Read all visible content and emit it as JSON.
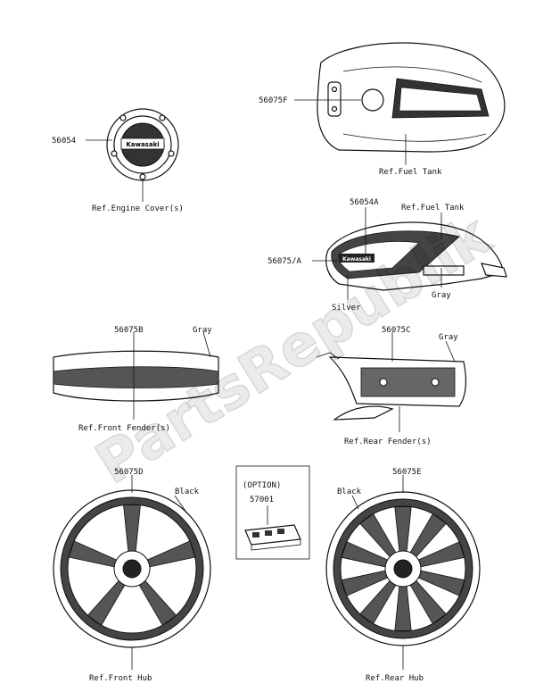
{
  "watermark": "PartsRepublik",
  "labels": {
    "p56054": "56054",
    "ref_engine_cover": "Ref.Engine Cover(s)",
    "p56075F": "56075F",
    "ref_fuel_tank_top": "Ref.Fuel Tank",
    "p56054A": "56054A",
    "ref_fuel_tank_side": "Ref.Fuel Tank",
    "p56075A": "56075/A",
    "silver": "Silver",
    "gray_tank": "Gray",
    "p56075B": "56075B",
    "gray_front_fender": "Gray",
    "ref_front_fender": "Ref.Front Fender(s)",
    "p56075C": "56075C",
    "gray_rear_fender": "Gray",
    "ref_rear_fender": "Ref.Rear Fender(s)",
    "p56075D": "56075D",
    "black_front": "Black",
    "ref_front_hub": "Ref.Front Hub",
    "option": "(OPTION)",
    "p57001": "57001",
    "p56075E": "56075E",
    "black_rear": "Black",
    "ref_rear_hub": "Ref.Rear Hub"
  },
  "emblem_text": "Kawasaki"
}
